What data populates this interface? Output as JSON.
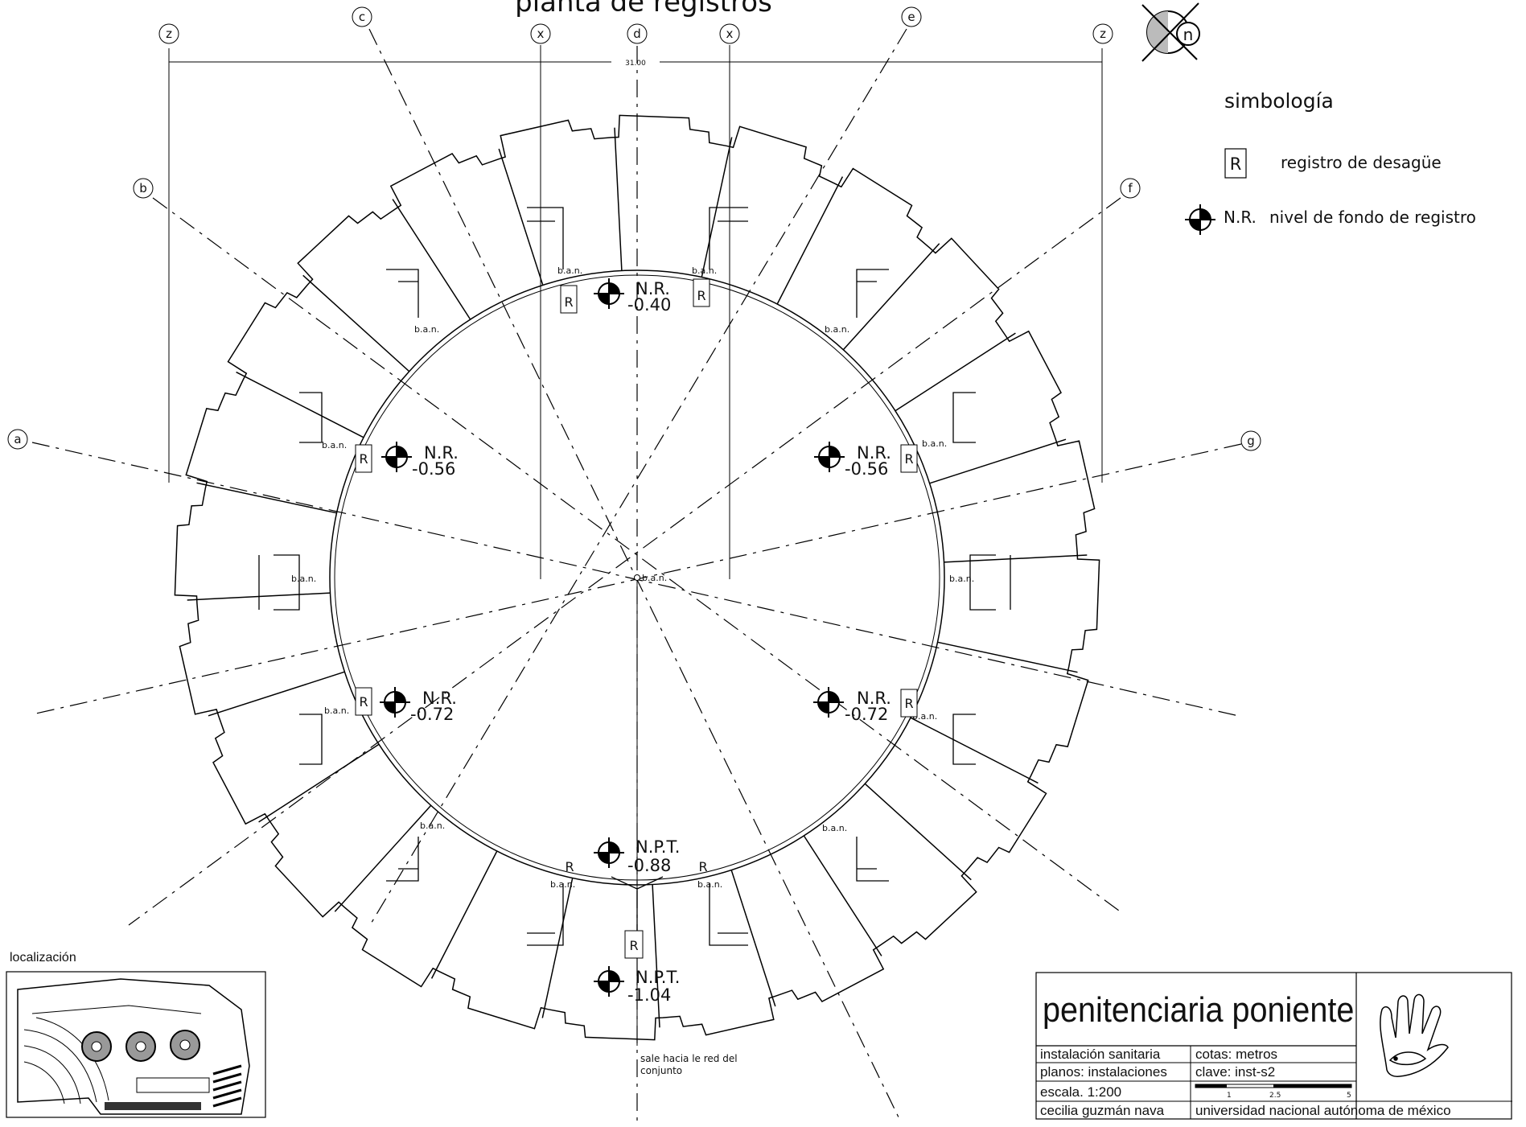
{
  "title": "planta de registros",
  "north_label": "n",
  "dimension": "31.00",
  "axes": {
    "a": "a",
    "b": "b",
    "c": "c",
    "d": "d",
    "e": "e",
    "f": "f",
    "g": "g",
    "x": "x",
    "z": "z"
  },
  "legend": {
    "title": "simbología",
    "items": [
      {
        "symbol": "R",
        "text": "registro de desagüe"
      },
      {
        "symbol": "N.R.",
        "text": "nivel de fondo de registro"
      }
    ]
  },
  "levels": {
    "nr_top": {
      "label": "N.R.",
      "value": "-0.40"
    },
    "nr_upper_left": {
      "label": "N.R.",
      "value": "-0.56"
    },
    "nr_upper_right": {
      "label": "N.R.",
      "value": "-0.56"
    },
    "nr_lower_left": {
      "label": "N.R.",
      "value": "-0.72"
    },
    "nr_lower_right": {
      "label": "N.R.",
      "value": "-0.72"
    },
    "npt_center": {
      "label": "N.P.T.",
      "value": "-0.88"
    },
    "npt_bottom": {
      "label": "N.P.T.",
      "value": "-1.04"
    }
  },
  "registro_symbol": "R",
  "ban_label": "b.a.n.",
  "outlet_note": [
    "sale hacia le red del",
    "conjunto"
  ],
  "localizacion_label": "localización",
  "title_block": {
    "project": "penitenciaria poniente",
    "rows": [
      {
        "left": "instalación sanitaria",
        "right": "cotas: metros"
      },
      {
        "left": "planos: instalaciones",
        "right": "clave: inst-s2"
      },
      {
        "left": "escala. 1:200",
        "right": ""
      },
      {
        "left": "cecilia guzmán nava",
        "right": "universidad nacional autónoma de méxico"
      }
    ],
    "scale_ticks": [
      "1",
      "2.5",
      "5"
    ]
  }
}
